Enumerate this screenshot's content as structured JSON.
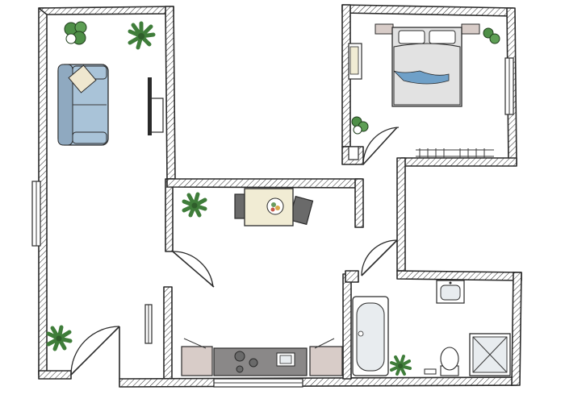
{
  "plan": {
    "rooms": [
      "living-room",
      "bedroom",
      "kitchen-dining",
      "bathroom"
    ],
    "palette": {
      "sofa": "#a9c3d8",
      "sofa_shadow": "#8fa9c0",
      "bed_linen": "#e2e2e2",
      "blanket": "#6fa0c8",
      "table": "#f1ecd4",
      "chair": "#6a6a6a",
      "counter": "#d8ccc8",
      "sink_counter": "#8a8888",
      "bath": "#e8ecef",
      "plant": "#3f7d3a",
      "wall_hatch": "#2a2a2a"
    }
  }
}
